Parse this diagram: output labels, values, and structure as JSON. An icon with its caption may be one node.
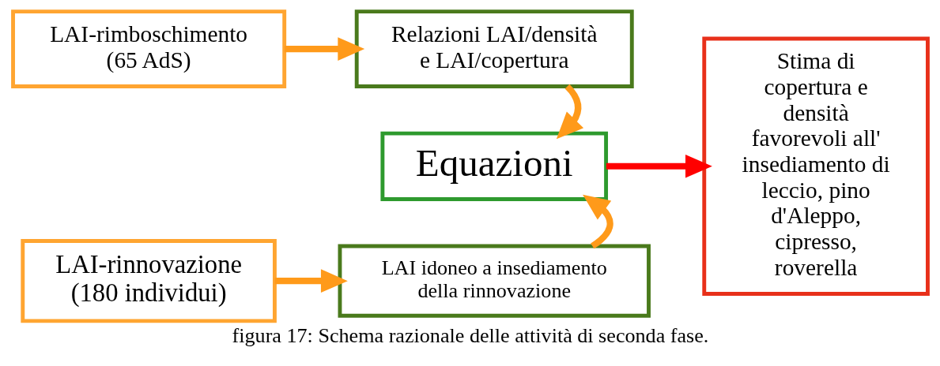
{
  "diagram": {
    "caption": "figura 17: Schema razionale delle attività di seconda fase.",
    "nodes": [
      {
        "text": [
          "LAI-rimboschimento (65 AdS)"
        ]
      },
      {
        "text": [
          "Relazioni LAI/densità e LAI/copertura"
        ]
      },
      {
        "text": [
          "Stima di copertura e densità favorevoli all' insediamento di leccio, pino d'Aleppo, cipresso, roverella"
        ]
      },
      {
        "text": [
          "Equazioni"
        ]
      },
      {
        "text": [
          "LAI-rinnovazione (180 individui)"
        ]
      },
      {
        "text": [
          "LAI idoneo a insediamento della rinnovazione"
        ]
      }
    ],
    "edges": [
      {
        "from": 0,
        "to": 1,
        "arrow": "to"
      },
      {
        "from": 1,
        "to": 3,
        "arrow": "to"
      },
      {
        "from": 5,
        "to": 3,
        "arrow": "to"
      },
      {
        "from": 4,
        "to": 5,
        "arrow": "to"
      },
      {
        "from": 3,
        "to": 2,
        "arrow": "to",
        "color": "#ff0000"
      }
    ]
  }
}
